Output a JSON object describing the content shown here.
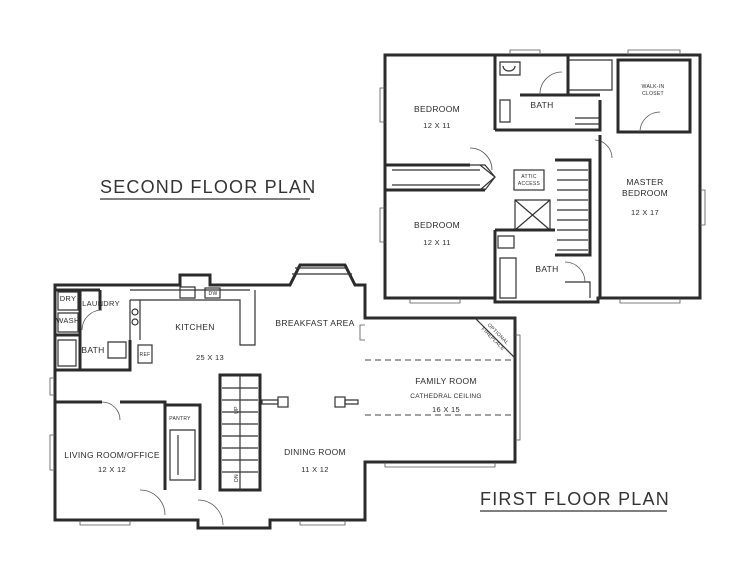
{
  "titles": {
    "second_floor": "SECOND FLOOR PLAN",
    "first_floor": "FIRST FLOOR PLAN"
  },
  "second_floor": {
    "bedroom1": {
      "name": "BEDROOM",
      "size": "12 X 11"
    },
    "bedroom2": {
      "name": "BEDROOM",
      "size": "12 X 11"
    },
    "bath_top": {
      "name": "BATH"
    },
    "bath_bottom": {
      "name": "BATH"
    },
    "walk_in_closet": {
      "line1": "WALK-IN",
      "line2": "CLOSET"
    },
    "master_bedroom": {
      "line1": "MASTER",
      "line2": "BEDROOM",
      "size": "12 X 17"
    },
    "attic_access": {
      "line1": "ATTIC",
      "line2": "ACCESS"
    }
  },
  "first_floor": {
    "dry": "DRY",
    "wash": "WASH",
    "laundry": "LAUNDRY",
    "bath": "BATH",
    "dw": "DW",
    "ref": "REF",
    "kitchen": {
      "name": "KITCHEN",
      "size": "25 X 13"
    },
    "breakfast_area": "BREAKFAST AREA",
    "pantry": "PANTRY",
    "living_room": {
      "name": "LIVING ROOM/OFFICE",
      "size": "12 X 12"
    },
    "dining_room": {
      "name": "DINING ROOM",
      "size": "11 X 12"
    },
    "family_room": {
      "name": "FAMILY ROOM",
      "ceiling": "CATHEDRAL CEILING",
      "size": "16 X 15"
    },
    "fireplace": {
      "line1": "OPTIONAL",
      "line2": "FIREPLACE"
    },
    "stair_up": "UP",
    "stair_dn": "DN"
  }
}
